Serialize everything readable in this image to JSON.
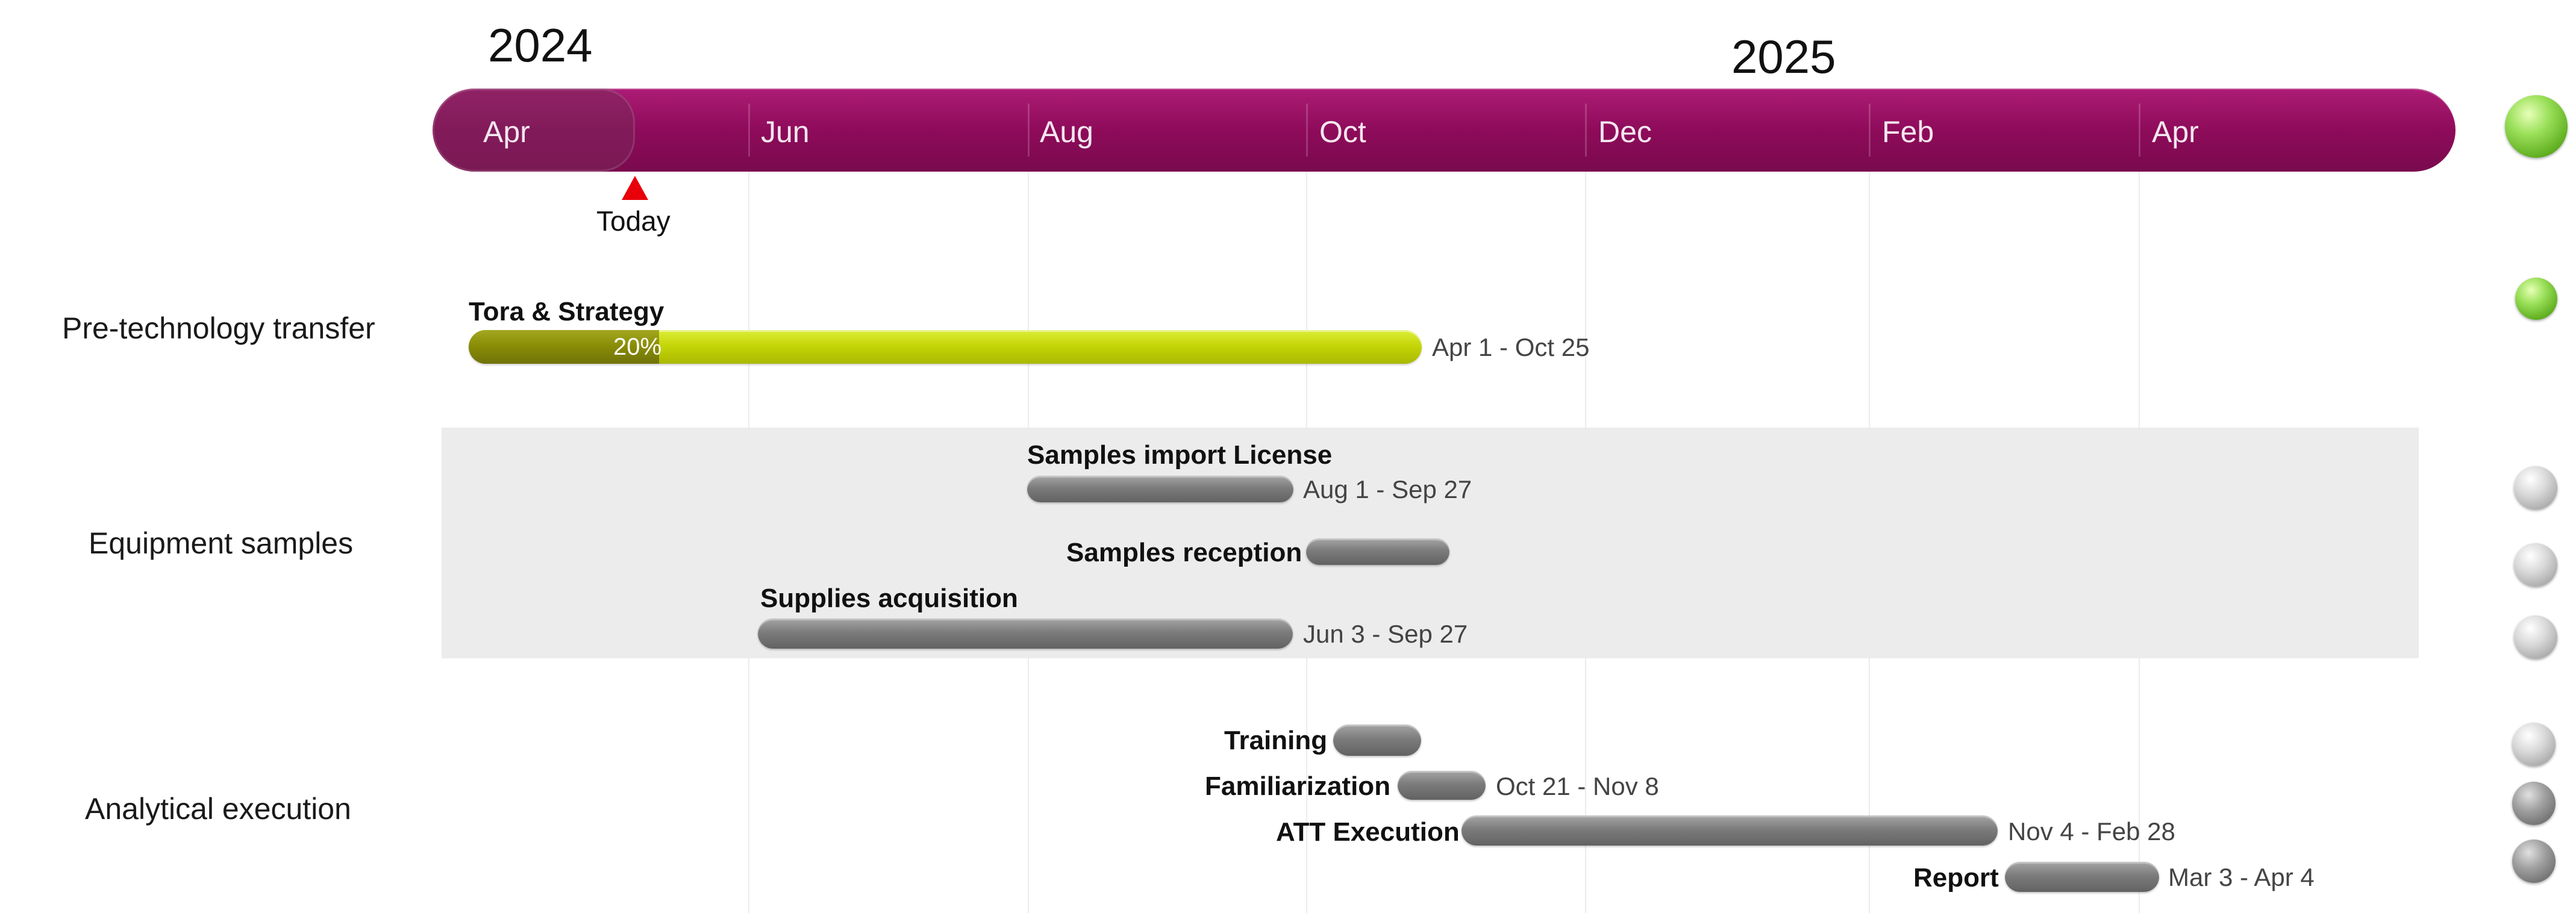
{
  "timeline": {
    "years": [
      "2024",
      "2025"
    ],
    "months": [
      "Apr",
      "Jun",
      "Aug",
      "Oct",
      "Dec",
      "Feb",
      "Apr"
    ],
    "today_label": "Today",
    "band_color": "#8e0b5a"
  },
  "swimlanes": [
    {
      "label": "Pre-technology transfer",
      "status_color": "green",
      "tasks": [
        {
          "name": "Tora & Strategy",
          "dates": "Apr 1 - Oct 25",
          "start": "2024-04-01",
          "end": "2024-10-25",
          "progress_label": "20%",
          "progress": 0.2,
          "color": "#c5d608",
          "status": "green"
        }
      ]
    },
    {
      "label": "Equipment samples",
      "shaded": true,
      "tasks": [
        {
          "name": "Samples import License",
          "dates": "Aug 1 - Sep 27",
          "start": "2024-08-01",
          "end": "2024-09-27",
          "status": "gray"
        },
        {
          "name": "Samples reception",
          "dates": "",
          "start": "2024-10-01",
          "end": "2024-11-01",
          "status": "gray"
        },
        {
          "name": "Supplies acquisition",
          "dates": "Jun 3 - Sep 27",
          "start": "2024-06-03",
          "end": "2024-09-27",
          "status": "gray"
        }
      ]
    },
    {
      "label": "Analytical execution",
      "tasks": [
        {
          "name": "Training",
          "dates": "",
          "start": "2024-10-08",
          "end": "2024-10-27",
          "status": "gray"
        },
        {
          "name": "Familiarization",
          "dates": "Oct 21 - Nov 8",
          "start": "2024-10-21",
          "end": "2024-11-08",
          "status": "dark"
        },
        {
          "name": "ATT Execution",
          "dates": "Nov 4 - Feb 28",
          "start": "2024-11-04",
          "end": "2025-02-28",
          "status": "dark"
        },
        {
          "name": "Report",
          "dates": "Mar 3 - Apr 4",
          "start": "2025-03-03",
          "end": "2025-04-04",
          "status": "dark"
        }
      ]
    }
  ]
}
